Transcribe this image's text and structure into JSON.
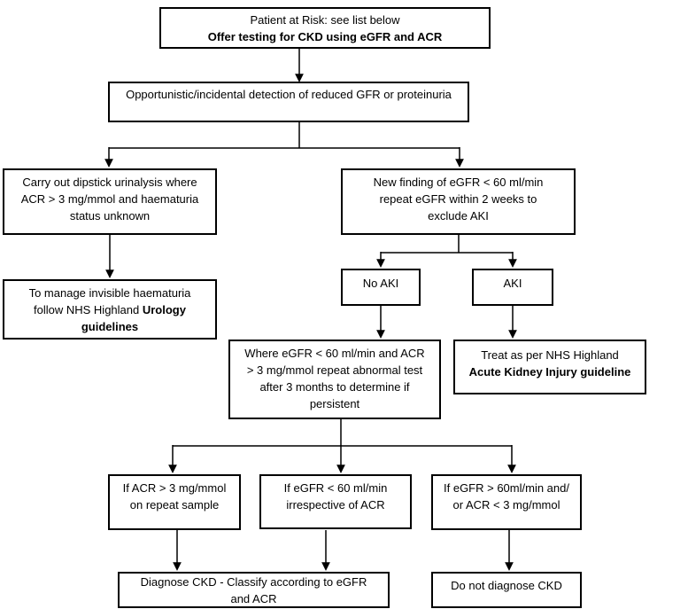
{
  "colors": {
    "background": "#ffffff",
    "box_border": "#000000",
    "connector": "#000000",
    "text": "#000000"
  },
  "diagram_type": "flowchart",
  "nodes": {
    "patient_risk": {
      "line1": "Patient at Risk: see list below",
      "line2_bold": "Offer testing for CKD using eGFR and ACR"
    },
    "detection": {
      "text": "Opportunistic/incidental detection of reduced GFR or proteinuria"
    },
    "dipstick": {
      "lines": [
        "Carry out dipstick urinalysis where",
        "ACR > 3 mg/mmol and haematuria",
        "status unknown"
      ]
    },
    "new_finding": {
      "lines": [
        "New finding of eGFR < 60 ml/min",
        "repeat eGFR within 2 weeks to",
        "exclude AKI"
      ]
    },
    "urology": {
      "line1": "To manage invisible haematuria",
      "line2_normal": "follow NHS Highland ",
      "line2_bold": "Urology",
      "line3_bold": "guidelines"
    },
    "no_aki": {
      "text": "No AKI"
    },
    "aki": {
      "text": "AKI"
    },
    "persistent": {
      "lines": [
        "Where eGFR < 60 ml/min and ACR",
        "> 3 mg/mmol repeat abnormal test",
        "after 3 months to determine if",
        "persistent"
      ]
    },
    "treat_aki": {
      "line1": "Treat as per NHS Highland",
      "line2_bold": "Acute Kidney Injury guideline"
    },
    "acr_repeat": {
      "lines": [
        "If ACR > 3 mg/mmol",
        "on repeat sample"
      ]
    },
    "egfr_low": {
      "lines": [
        "If eGFR < 60 ml/min",
        "irrespective of ACR"
      ]
    },
    "egfr_high": {
      "lines": [
        "If eGFR > 60ml/min and/",
        "or ACR < 3 mg/mmol"
      ]
    },
    "diagnose": {
      "lines": [
        "Diagnose CKD - Classify according to eGFR",
        "and ACR"
      ]
    },
    "no_diagnose": {
      "text": "Do not diagnose CKD"
    }
  }
}
